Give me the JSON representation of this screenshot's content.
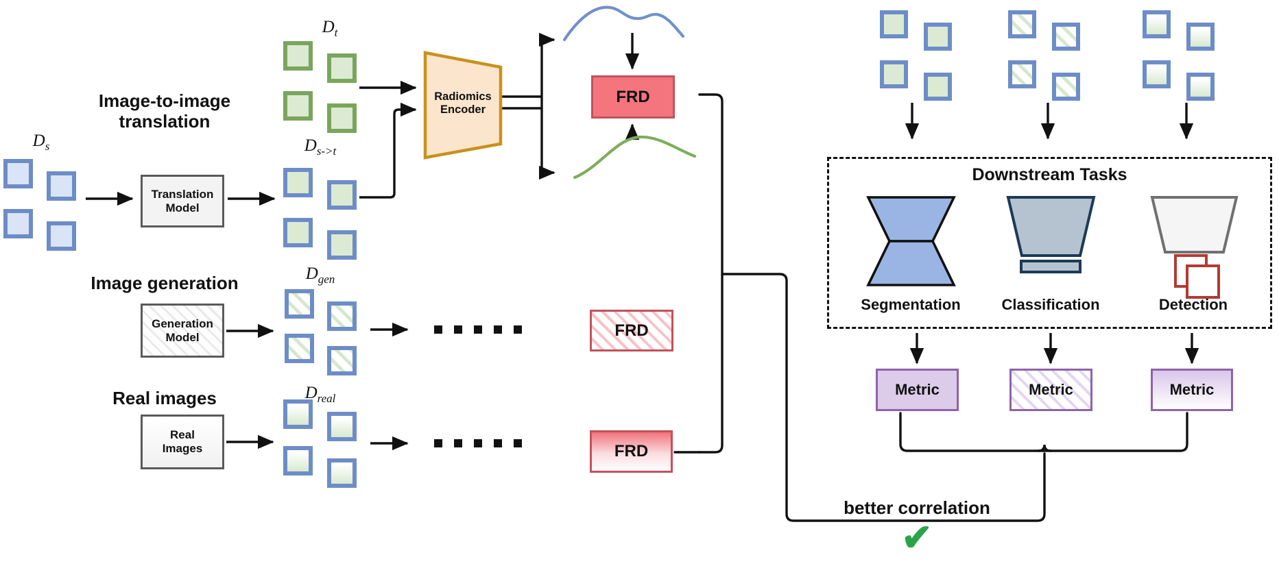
{
  "sections": {
    "i2i": {
      "title_line1": "Image-to-image",
      "title_line2": "translation"
    },
    "generation": {
      "title": "Image generation"
    },
    "real": {
      "title": "Real images"
    }
  },
  "dataset_labels": {
    "ds": {
      "base": "D",
      "sub": "s"
    },
    "dt": {
      "base": "D",
      "sub": "t"
    },
    "dst": {
      "base": "D",
      "sub": "s->t"
    },
    "dgen": {
      "base": "D",
      "sub": "gen"
    },
    "dreal": {
      "base": "D",
      "sub": "real"
    }
  },
  "model_boxes": {
    "translation": {
      "line1": "Translation",
      "line2": "Model"
    },
    "generation": {
      "line1": "Generation",
      "line2": "Model"
    },
    "real": {
      "line1": "Real",
      "line2": "Images"
    }
  },
  "encoder": {
    "line1": "Radiomics",
    "line2": "Encoder"
  },
  "frd_label": "FRD",
  "downstream": {
    "title": "Downstream Tasks",
    "tasks": [
      {
        "label": "Segmentation"
      },
      {
        "label": "Classification"
      },
      {
        "label": "Detection"
      }
    ]
  },
  "metric_label": "Metric",
  "footer": {
    "correlation_label": "better correlation",
    "check_glyph": "✔"
  },
  "colors": {
    "square_blue_border": "#6d8dc7",
    "square_green_border": "#79a65c",
    "encoder_border": "#c9911c",
    "encoder_fill": "#fce5cd",
    "frd_fill": "#f4757e",
    "frd_border": "#c4515c",
    "metric_border": "#8f62ab",
    "metric_fill": "#dccbe9",
    "segmentation_fill": "#9ab5e4",
    "classification_fill": "#b5c3d1",
    "detection_fill": "#f5f5f5",
    "detection_box_red": "#b23b32",
    "curve_top_blue": "#7191cb",
    "curve_bottom_green": "#7cae5b",
    "check_green": "#2aa44a"
  }
}
